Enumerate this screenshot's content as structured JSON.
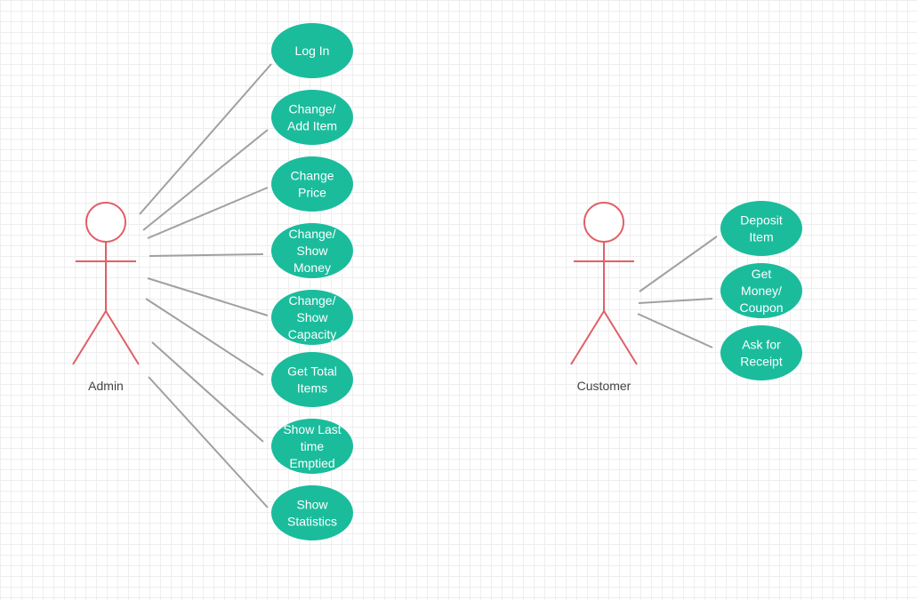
{
  "colors": {
    "use_case_fill": "#1abc9c",
    "use_case_text": "#ffffff",
    "actor_stroke": "#e06068",
    "connector": "#a0a0a0",
    "grid": "#eeeeee"
  },
  "actors": [
    {
      "label": "Admin",
      "use_cases": [
        {
          "lines": [
            "Log In"
          ]
        },
        {
          "lines": [
            "Change/",
            "Add Item"
          ]
        },
        {
          "lines": [
            "Change",
            "Price"
          ]
        },
        {
          "lines": [
            "Change/",
            "Show",
            "Money"
          ]
        },
        {
          "lines": [
            "Change/",
            "Show",
            "Capacity"
          ]
        },
        {
          "lines": [
            "Get Total",
            "Items"
          ]
        },
        {
          "lines": [
            "Show Last",
            "time",
            "Emptied"
          ]
        },
        {
          "lines": [
            "Show",
            "Statistics"
          ]
        }
      ]
    },
    {
      "label": "Customer",
      "use_cases": [
        {
          "lines": [
            "Deposit",
            "Item"
          ]
        },
        {
          "lines": [
            "Get",
            "Money/",
            "Coupon"
          ]
        },
        {
          "lines": [
            "Ask for",
            "Receipt"
          ]
        }
      ]
    }
  ]
}
